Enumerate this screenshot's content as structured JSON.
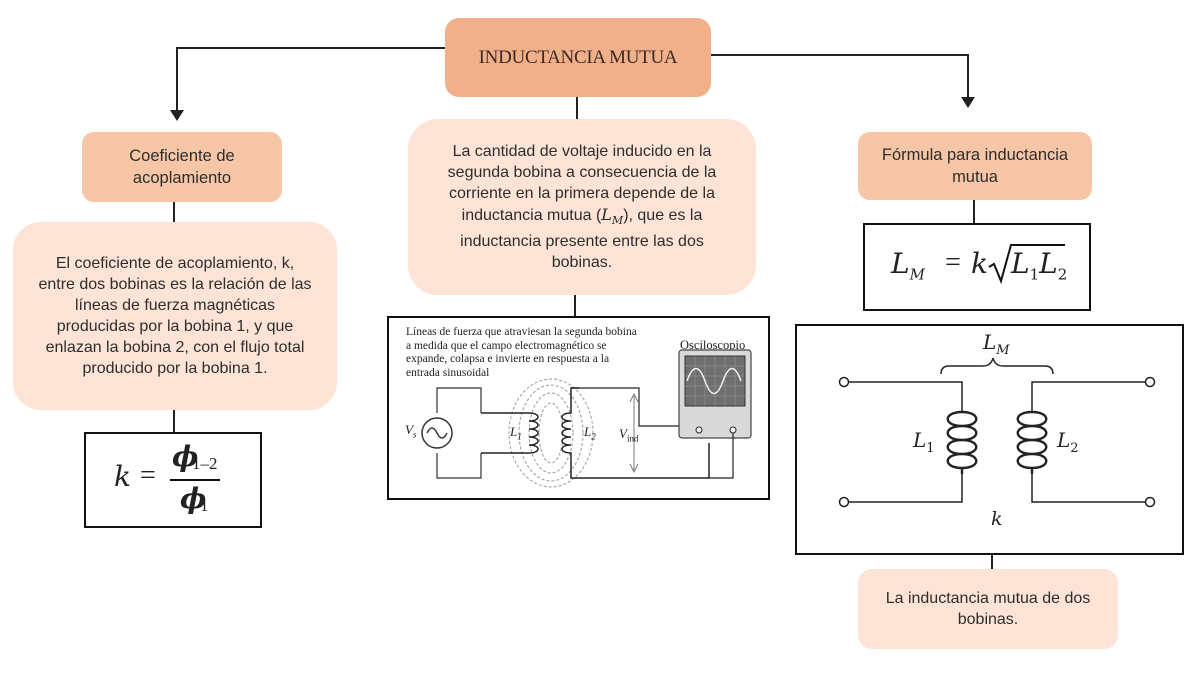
{
  "title": "INDUCTANCIA MUTUA",
  "left": {
    "header": "Coeficiente de acoplamiento",
    "description": "El coeficiente de acoplamiento, k, entre dos bobinas es la relación de las líneas de fuerza magnéticas producidas por la bobina 1, y que enlazan la bobina 2, con el flujo total producido por la bobina 1.",
    "formula": {
      "lhs": "k",
      "eq": "=",
      "num": "ϕ",
      "num_sub": "1–2",
      "den": "ϕ",
      "den_sub": "1"
    }
  },
  "center": {
    "description_pre": "La cantidad de voltaje inducido en la segunda bobina a consecuencia de la corriente en la primera depende de la inductancia mutua (",
    "description_sym": "L",
    "description_sym_sub": "M",
    "description_post": "), que es la inductancia presente entre las dos bobinas.",
    "diagram": {
      "caption_lines": [
        "Líneas de fuerza que atraviesan la segunda bobina",
        "a medida que el campo electromagnético se",
        "expande, colapsa e invierte en respuesta a la",
        "entrada sinusoidal"
      ],
      "scope_label": "Osciloscopio",
      "vs": "V",
      "vs_sub": "s",
      "l1": "L",
      "l1_sub": "1",
      "l2": "L",
      "l2_sub": "2",
      "vind": "V",
      "vind_sub": "ind"
    }
  },
  "right": {
    "header": "Fórmula para inductancia mutua",
    "formula": {
      "lhs": "L",
      "lhs_sub": "M",
      "eq": "=",
      "k": "k",
      "rad": "L",
      "rad_sub1": "1",
      "rad2": "L",
      "rad_sub2": "2"
    },
    "diagram": {
      "lm": "L",
      "lm_sub": "M",
      "l1": "L",
      "l1_sub": "1",
      "l2": "L",
      "l2_sub": "2",
      "k": "k"
    },
    "description": "La inductancia mutua de dos bobinas."
  }
}
